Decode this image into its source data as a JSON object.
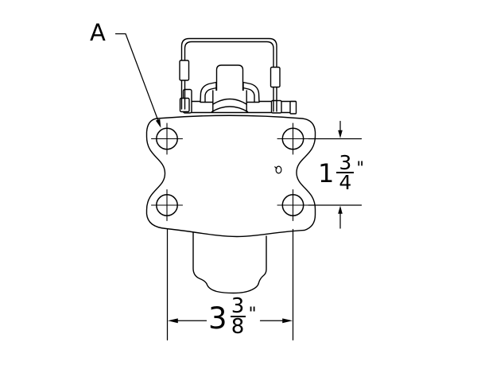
{
  "colors": {
    "line": "#000000",
    "background": "#ffffff"
  },
  "annotations": {
    "label_a": "A",
    "vertical_dimension": {
      "whole": "1",
      "numerator": "3",
      "denominator": "4",
      "unit": "\""
    },
    "horizontal_dimension": {
      "whole": "3",
      "numerator": "3",
      "denominator": "8",
      "unit": "\""
    }
  }
}
